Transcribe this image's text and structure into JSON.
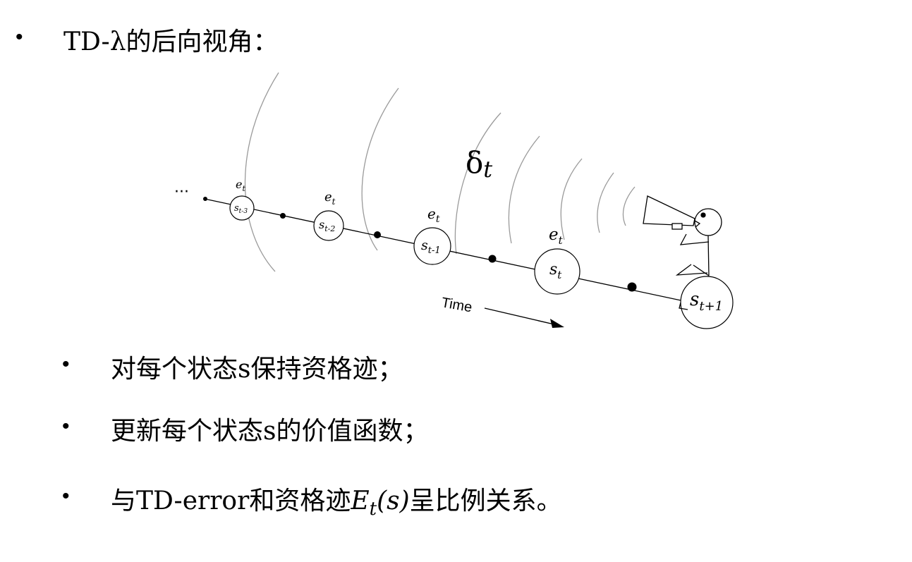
{
  "title": {
    "prefix": "TD-λ的后向视角："
  },
  "bullets": [
    {
      "text": "对每个状态s保持资格迹；"
    },
    {
      "text": "更新每个状态s的价值函数；"
    },
    {
      "pre": "与TD-error和资格迹",
      "math_main": "E",
      "math_sub": "t",
      "math_arg": "(s)",
      "post": "呈比例关系。"
    }
  ],
  "diagram": {
    "ellipsis": "···",
    "delta": "δ",
    "delta_sub": "t",
    "time_label": "Time",
    "states": [
      {
        "trace_label": "e",
        "trace_sub": "t",
        "state_main": "s",
        "state_sub": "t-3"
      },
      {
        "trace_label": "e",
        "trace_sub": "t",
        "state_main": "s",
        "state_sub": "t-2"
      },
      {
        "trace_label": "e",
        "trace_sub": "t",
        "state_main": "s",
        "state_sub": "t-1"
      },
      {
        "trace_label": "e",
        "trace_sub": "t",
        "state_main": "s",
        "state_sub": "t"
      },
      {
        "trace_label": "",
        "trace_sub": "",
        "state_main": "s",
        "state_sub": "t+1"
      }
    ]
  }
}
